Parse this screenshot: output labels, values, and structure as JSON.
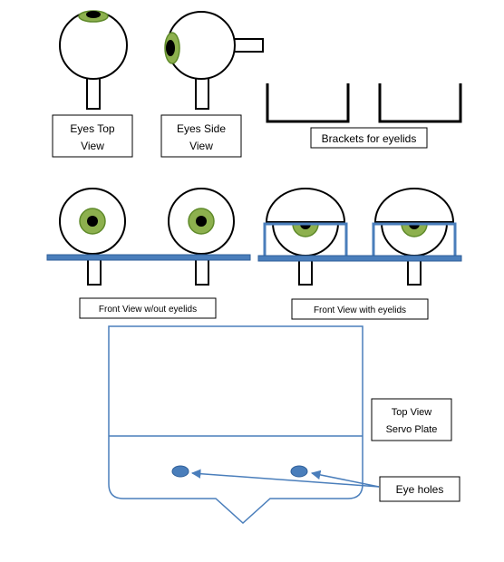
{
  "labels": {
    "eyes_top_line1": "Eyes Top",
    "eyes_top_line2": "View",
    "eyes_side_line1": "Eyes Side",
    "eyes_side_line2": "View",
    "brackets": "Brackets for eyelids",
    "front_without": "Front View w/out eyelids",
    "front_with": "Front View with eyelids",
    "top_view_line1": "Top View",
    "top_view_line2": "Servo Plate",
    "eye_holes": "Eye holes"
  },
  "colors": {
    "iris": "#8db04e",
    "iris_edge": "#5f8a2a",
    "plate": "#4a7ebb",
    "outline": "#000000",
    "plate_line": "#4a7ebb"
  }
}
